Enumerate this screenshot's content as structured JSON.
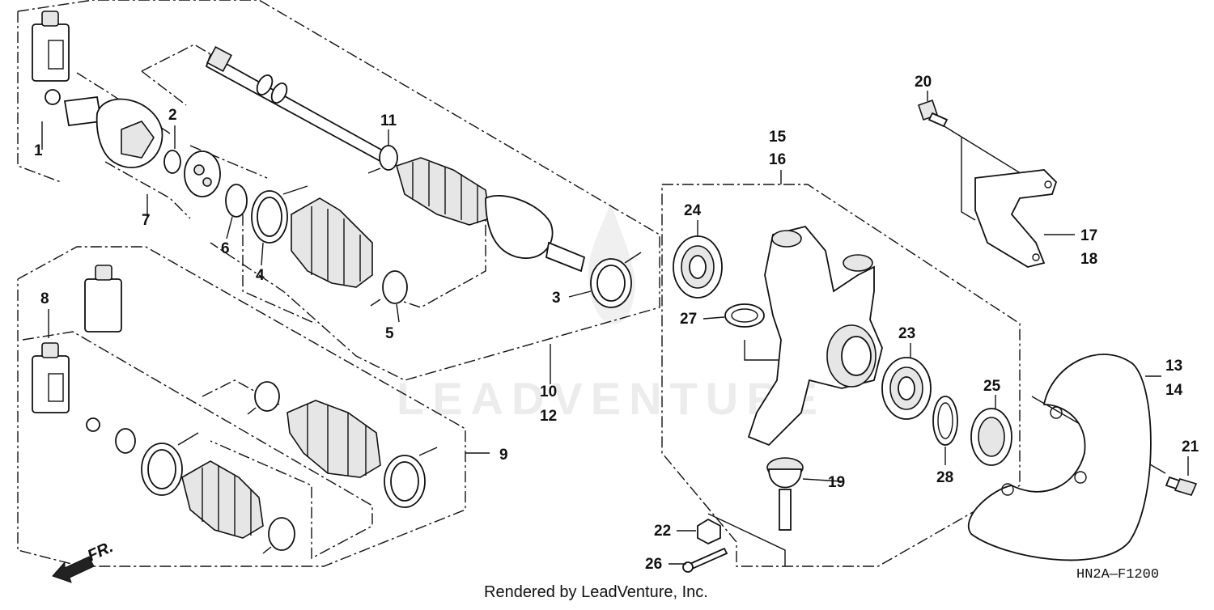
{
  "diagram": {
    "callouts": {
      "c1": "1",
      "c2": "2",
      "c3": "3",
      "c4": "4",
      "c5": "5",
      "c6": "6",
      "c7": "7",
      "c8": "8",
      "c9": "9",
      "c10": "10",
      "c11": "11",
      "c12": "12",
      "c13": "13",
      "c14": "14",
      "c15": "15",
      "c16": "16",
      "c17": "17",
      "c18": "18",
      "c19": "19",
      "c20": "20",
      "c21": "21",
      "c22": "22",
      "c23": "23",
      "c24": "24",
      "c25": "25",
      "c26": "26",
      "c27": "27",
      "c28": "28"
    },
    "direction_label": "FR.",
    "watermark": "LEADVENTURE",
    "drawing_code": "HN2A—F1200",
    "footer": "Rendered by LeadVenture, Inc."
  }
}
